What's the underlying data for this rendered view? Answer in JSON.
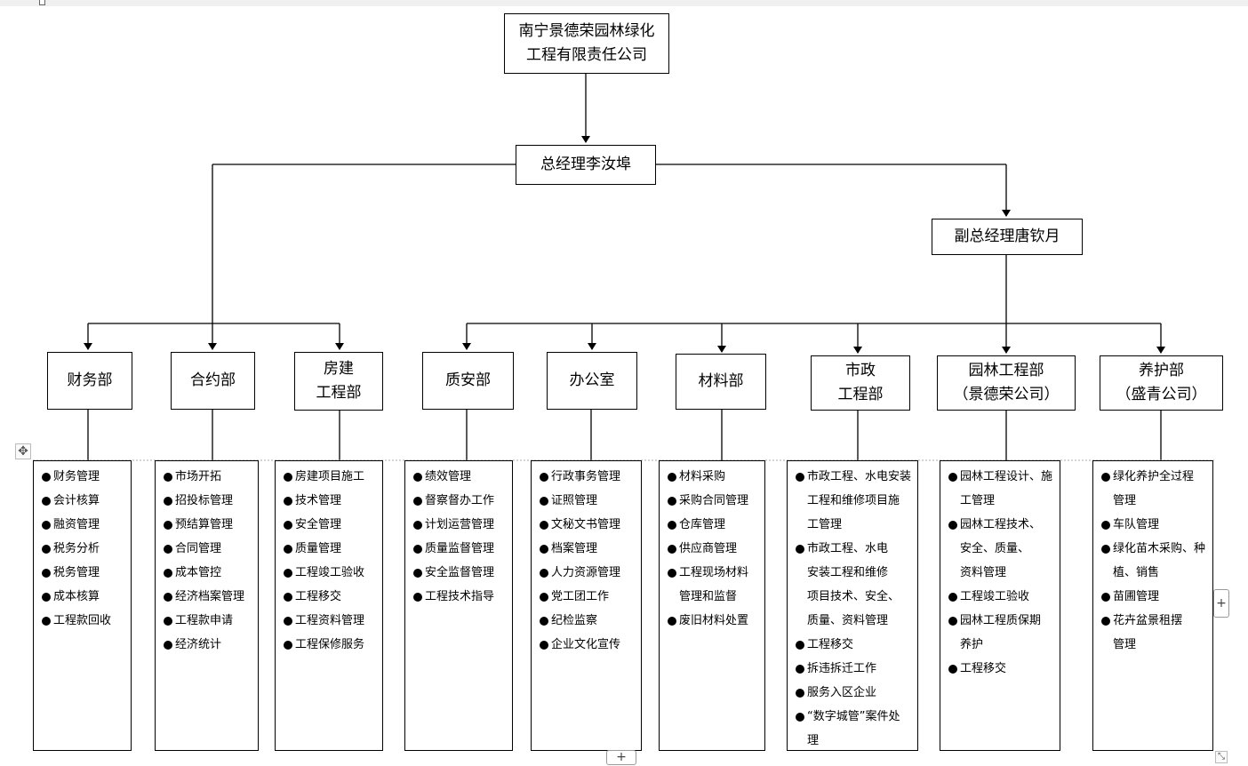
{
  "company": "南宁景德荣园林绿化\n工程有限责任公司",
  "general_manager": "总经理李汝埠",
  "deputy_manager": "副总经理唐钦月",
  "departments": [
    {
      "name": "财务部",
      "duties": [
        "财务管理",
        "会计核算",
        "融资管理",
        "税务分析",
        "税务管理",
        "成本核算",
        "工程款回收"
      ]
    },
    {
      "name": "合约部",
      "duties": [
        "市场开拓",
        "招投标管理",
        "预结算管理",
        "合同管理",
        "成本管控",
        "经济档案管理",
        "工程款申请",
        "经济统计"
      ]
    },
    {
      "name": "房建\n工程部",
      "duties": [
        "房建项目施工",
        "技术管理",
        "安全管理",
        "质量管理",
        "工程竣工验收",
        "工程移交",
        "工程资料管理",
        "工程保修服务"
      ]
    },
    {
      "name": "质安部",
      "duties": [
        "绩效管理",
        "督察督办工作",
        "计划运营管理",
        "质量监督管理",
        "安全监督管理",
        "工程技术指导"
      ]
    },
    {
      "name": "办公室",
      "duties": [
        "行政事务管理",
        "证照管理",
        "文秘文书管理",
        "档案管理",
        "人力资源管理",
        "党工团工作",
        "纪检监察",
        "企业文化宣传"
      ]
    },
    {
      "name": "材料部",
      "duties": [
        "材料采购",
        "采购合同管理",
        "仓库管理",
        "供应商管理",
        "工程现场材料\n管理和监督",
        "废旧材料处置"
      ]
    },
    {
      "name": "市政\n工程部",
      "duties": [
        "市政工程、水电安装\n工程和维修项目施\n工管理",
        "市政工程、水电\n安装工程和维修\n项目技术、安全、\n质量、资料管理",
        "工程移交",
        "拆违拆迁工作",
        "服务入区企业",
        "“数字城管”案件处\n理"
      ]
    },
    {
      "name": "园林工程部\n（景德荣公司）",
      "duties": [
        "园林工程设计、施\n工管理",
        "园林工程技术、\n安全、质量、\n资料管理",
        "工程竣工验收",
        "园林工程质保期\n养护",
        "工程移交"
      ]
    },
    {
      "name": "养护部\n（盛青公司）",
      "duties": [
        "绿化养护全过程\n管理",
        "车队管理",
        "绿化苗木采购、种\n植、销售",
        "苗圃管理",
        "花卉盆景租摆\n管理"
      ]
    }
  ],
  "controls": {
    "move_handle_icon": "move-icon",
    "plus_icon": "+",
    "resize_icon": "resize-icon"
  }
}
